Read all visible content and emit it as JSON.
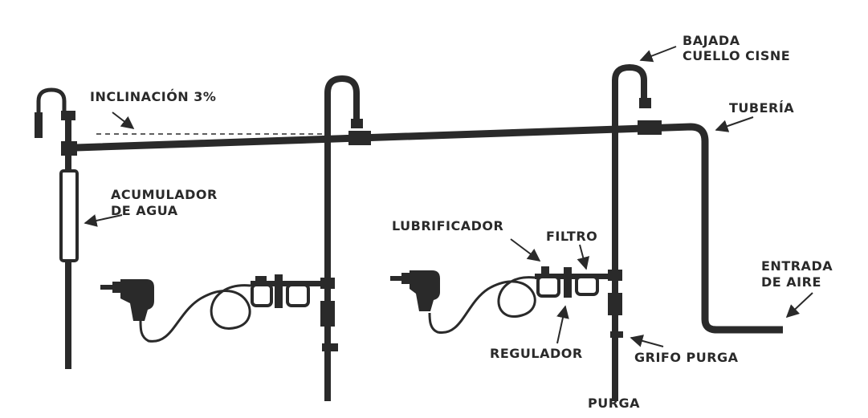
{
  "labels": {
    "bajada": "BAJADA",
    "cuello_cisne": "CUELLO CISNE",
    "inclinacion": "INCLINACIÓN 3%",
    "tuberia": "TUBERÍA",
    "acumulador": "ACUMULADOR",
    "de_agua": "DE AGUA",
    "lubrificador": "LUBRIFICADOR",
    "filtro": "FILTRO",
    "entrada": "ENTRADA",
    "de_aire": "DE AIRE",
    "regulador": "REGULADOR",
    "grifo_purga": "GRIFO PURGA",
    "purga": "PURGA"
  },
  "colors": {
    "pipe": "#2a2a2a",
    "background": "#ffffff"
  }
}
